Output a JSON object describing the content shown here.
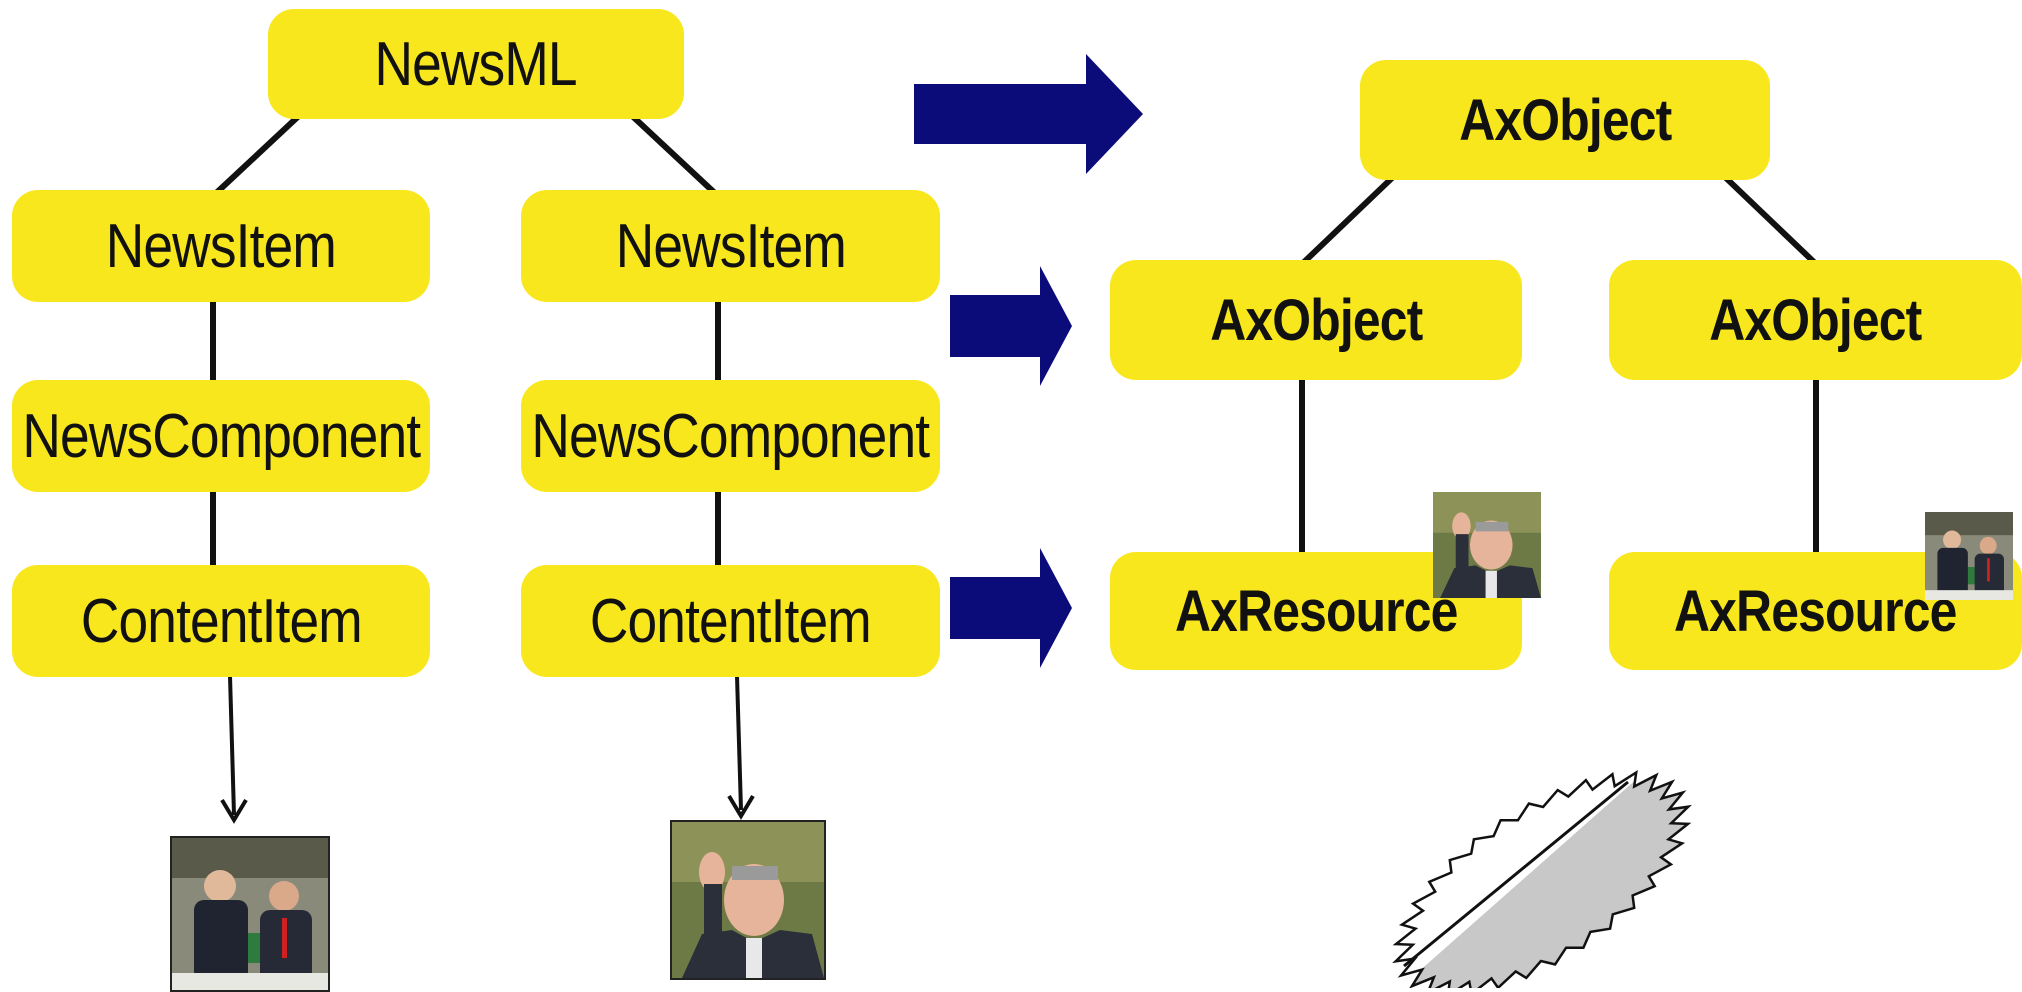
{
  "colors": {
    "node_fill": "#f9e71e",
    "arrow_fill": "#0b0b7a",
    "line": "#111111"
  },
  "left_tree": {
    "root": "NewsML",
    "branches": [
      {
        "item": "NewsItem",
        "component": "NewsComponent",
        "content": "ContentItem",
        "photo": "parliament-photo"
      },
      {
        "item": "NewsItem",
        "component": "NewsComponent",
        "content": "ContentItem",
        "photo": "waving-man-photo"
      }
    ]
  },
  "right_tree": {
    "root": "AxObject",
    "branches": [
      {
        "object": "AxObject",
        "resource": "AxResource",
        "photo": "waving-man-photo"
      },
      {
        "object": "AxObject",
        "resource": "AxResource",
        "photo": "parliament-photo"
      }
    ]
  },
  "mapping_arrows": [
    "root-level",
    "item-level",
    "content-level"
  ],
  "decorative_shape": "starburst-ellipse"
}
